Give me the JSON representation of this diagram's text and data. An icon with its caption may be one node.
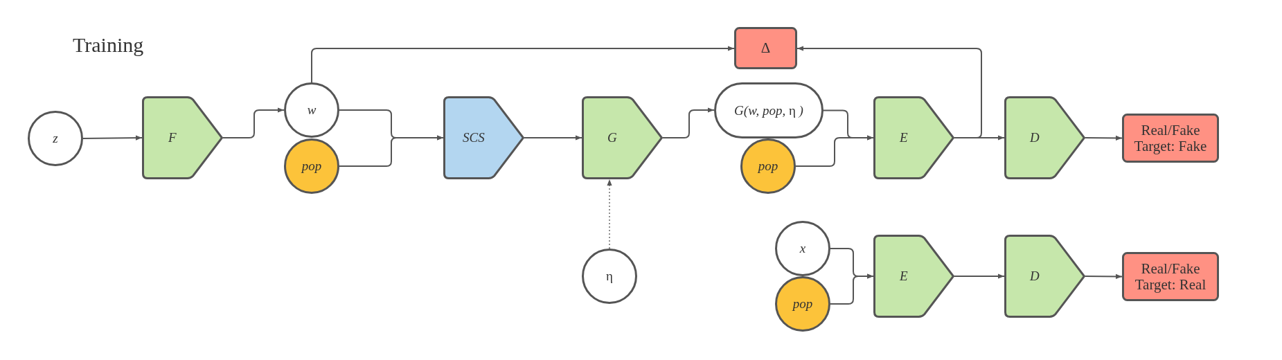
{
  "diagram": {
    "title": "Training",
    "nodes": [
      {
        "text": [
          "z"
        ]
      },
      {
        "text": [
          "F"
        ]
      },
      {
        "text": [
          "w"
        ]
      },
      {
        "text": [
          "pop"
        ]
      },
      {
        "text": [
          "SCS"
        ]
      },
      {
        "text": [
          "G"
        ]
      },
      {
        "text": [
          "η"
        ]
      },
      {
        "text": [
          "*G(w, pop,* η *)*"
        ]
      },
      {
        "text": [
          "pop"
        ]
      },
      {
        "text": [
          "E"
        ]
      },
      {
        "text": [
          "D"
        ]
      },
      {
        "text": [
          "Real/Fake Target: Fake"
        ]
      },
      {
        "text": [
          "Δ"
        ]
      },
      {
        "text": [
          "x"
        ]
      },
      {
        "text": [
          "pop"
        ]
      },
      {
        "text": [
          "E"
        ]
      },
      {
        "text": [
          "D"
        ]
      },
      {
        "text": [
          "Real/Fake Target: Real"
        ]
      }
    ],
    "edges": [
      {
        "from": 0,
        "to": 1,
        "arrow": "to"
      },
      {
        "from": 1,
        "to": 2,
        "arrow": "to"
      },
      {
        "from": 2,
        "to": 4,
        "arrow": "to"
      },
      {
        "from": 3,
        "to": 4,
        "arrow": "to"
      },
      {
        "from": 4,
        "to": 5,
        "arrow": "to"
      },
      {
        "from": 6,
        "to": 5,
        "arrow": "to",
        "style": "dashed"
      },
      {
        "from": 5,
        "to": 7,
        "arrow": "to"
      },
      {
        "from": 7,
        "to": 9,
        "arrow": "to"
      },
      {
        "from": 8,
        "to": 9,
        "arrow": "to"
      },
      {
        "from": 9,
        "to": 10,
        "arrow": "to"
      },
      {
        "from": 10,
        "to": 11,
        "arrow": "to"
      },
      {
        "from": 2,
        "to": 12,
        "arrow": "to"
      },
      {
        "from": 9,
        "to": 12,
        "arrow": "to"
      },
      {
        "from": 13,
        "to": 15,
        "arrow": "to"
      },
      {
        "from": 14,
        "to": 15,
        "arrow": "to"
      },
      {
        "from": 15,
        "to": 16,
        "arrow": "to"
      },
      {
        "from": 16,
        "to": 17,
        "arrow": "to"
      }
    ]
  }
}
